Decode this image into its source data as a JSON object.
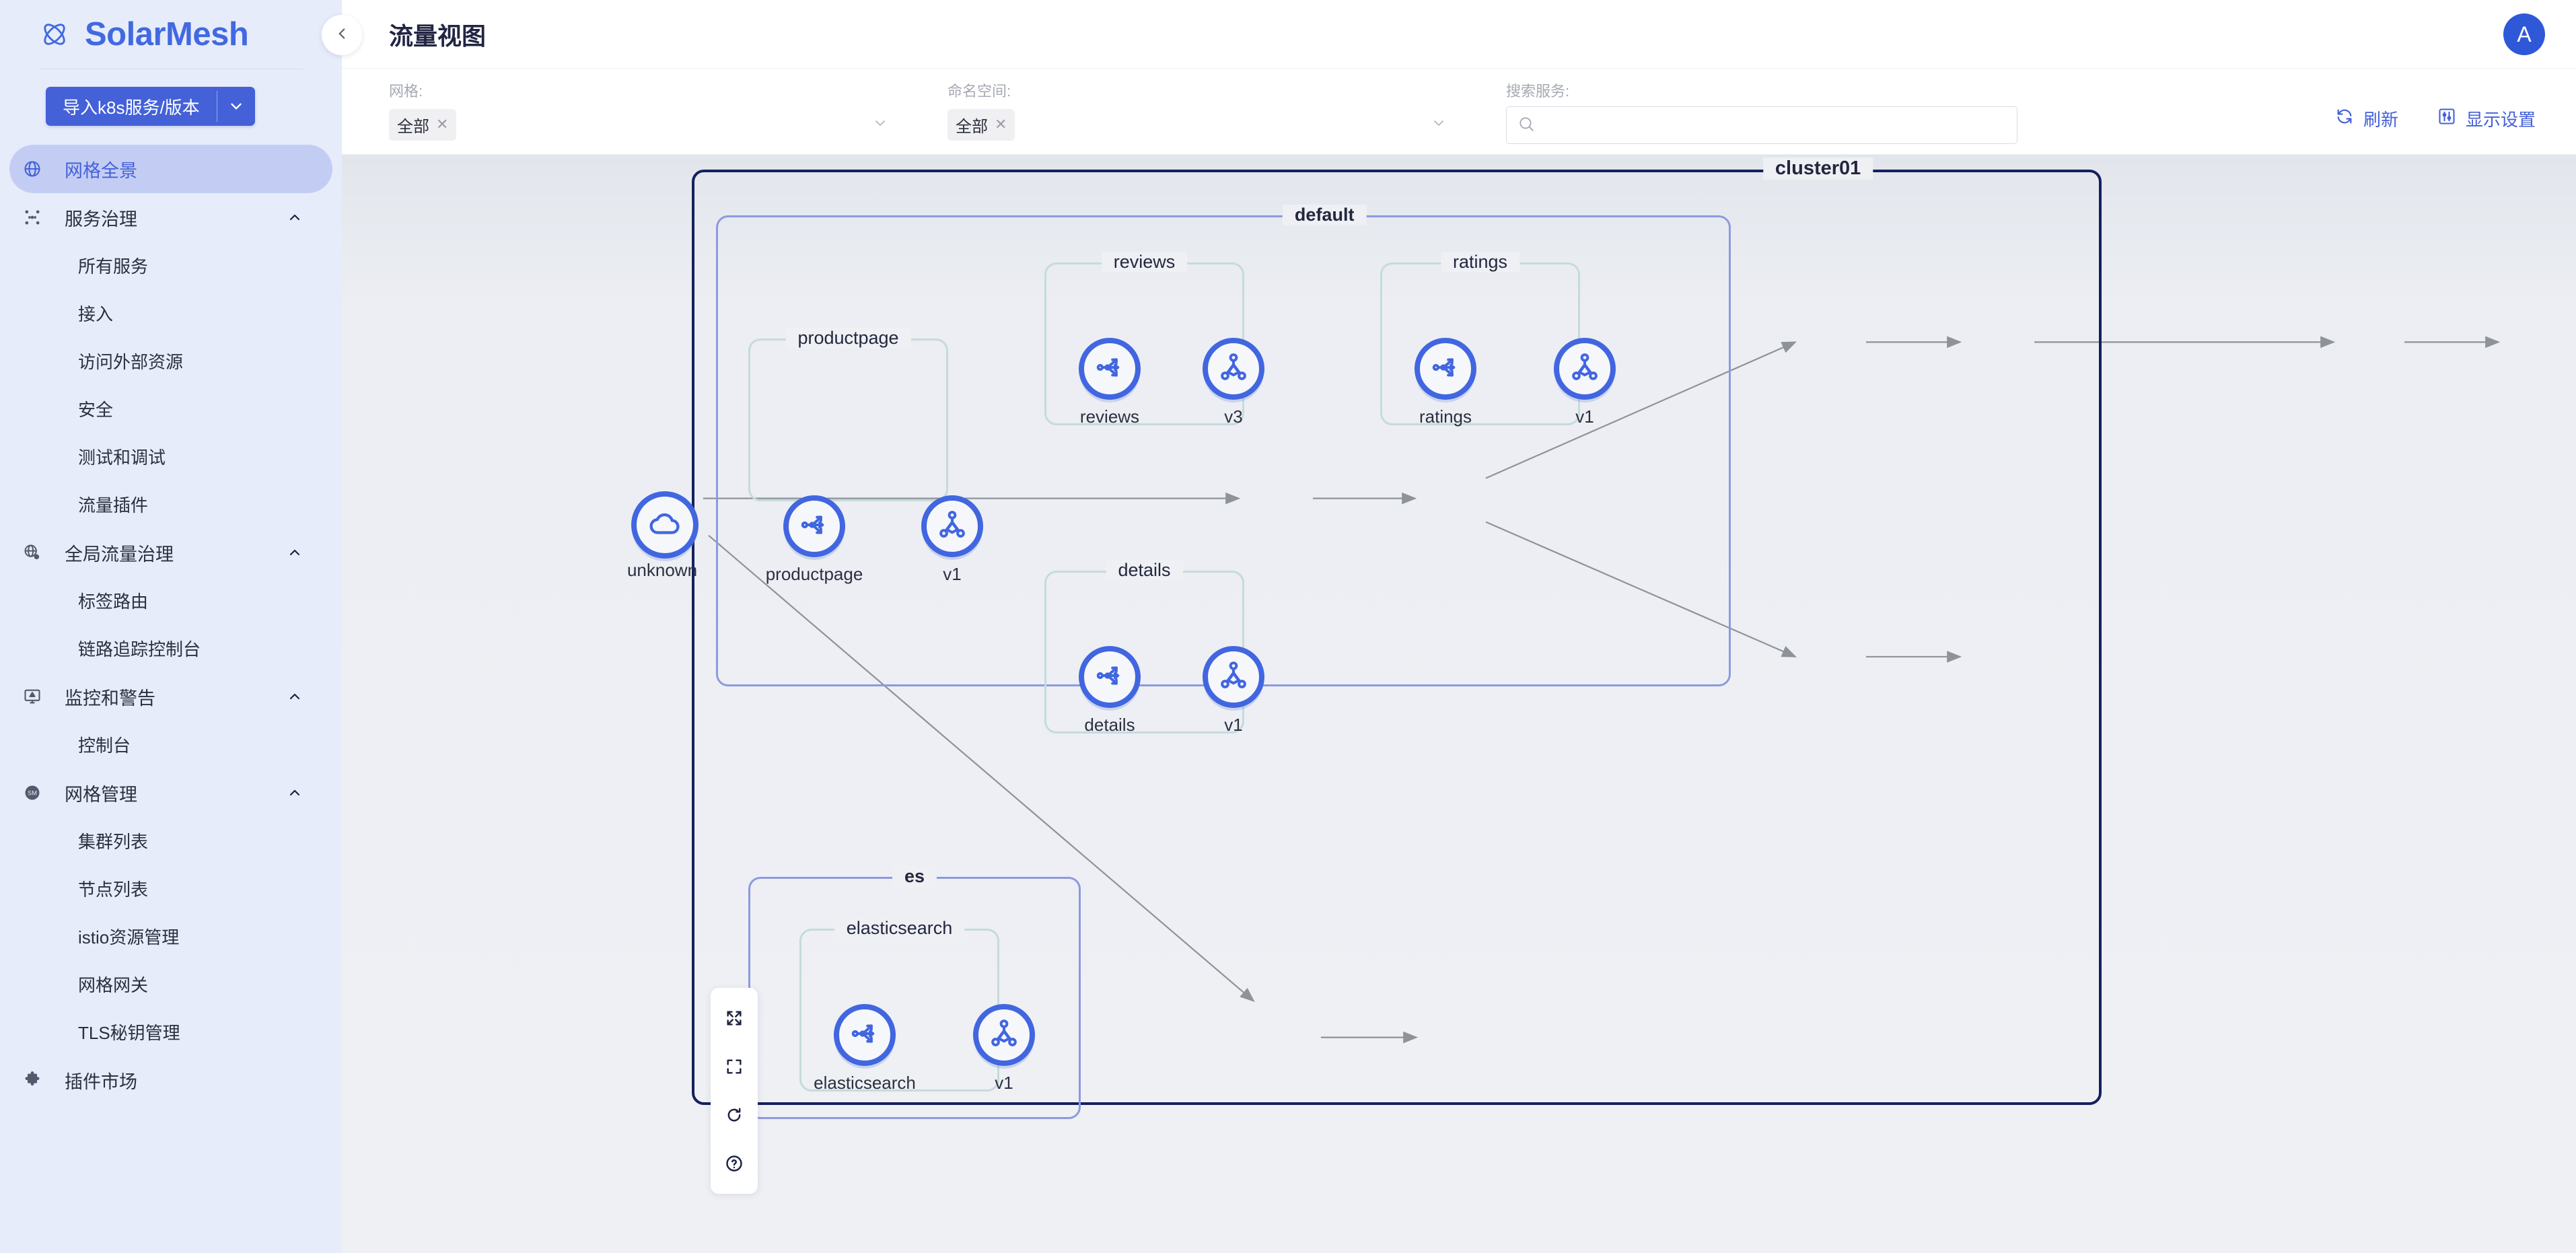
{
  "brand": {
    "name": "SolarMesh",
    "logo_icon": "atom-logo-icon"
  },
  "sidebar": {
    "import_button": {
      "label": "导入k8s服务/版本",
      "caret_icon": "chevron-down-icon"
    },
    "items": [
      {
        "label": "网格全景",
        "icon": "globe-icon",
        "level": "top",
        "active": true,
        "expandable": false
      },
      {
        "label": "服务治理",
        "icon": "mesh-dots-icon",
        "level": "top",
        "active": false,
        "expandable": true
      },
      {
        "label": "所有服务",
        "icon": "",
        "level": "sub",
        "active": false,
        "expandable": false
      },
      {
        "label": "接入",
        "icon": "",
        "level": "sub",
        "active": false,
        "expandable": false
      },
      {
        "label": "访问外部资源",
        "icon": "",
        "level": "sub",
        "active": false,
        "expandable": false
      },
      {
        "label": "安全",
        "icon": "",
        "level": "sub",
        "active": false,
        "expandable": false
      },
      {
        "label": "测试和调试",
        "icon": "",
        "level": "sub",
        "active": false,
        "expandable": false
      },
      {
        "label": "流量插件",
        "icon": "",
        "level": "sub",
        "active": false,
        "expandable": false
      },
      {
        "label": "全局流量治理",
        "icon": "globe-gear-icon",
        "level": "top",
        "active": false,
        "expandable": true
      },
      {
        "label": "标签路由",
        "icon": "",
        "level": "sub",
        "active": false,
        "expandable": false
      },
      {
        "label": "链路追踪控制台",
        "icon": "",
        "level": "sub",
        "active": false,
        "expandable": false
      },
      {
        "label": "监控和警告",
        "icon": "monitor-alert-icon",
        "level": "top",
        "active": false,
        "expandable": true
      },
      {
        "label": "控制台",
        "icon": "",
        "level": "sub",
        "active": false,
        "expandable": false
      },
      {
        "label": "网格管理",
        "icon": "sm-badge-icon",
        "level": "top",
        "active": false,
        "expandable": true
      },
      {
        "label": "集群列表",
        "icon": "",
        "level": "sub",
        "active": false,
        "expandable": false
      },
      {
        "label": "节点列表",
        "icon": "",
        "level": "sub",
        "active": false,
        "expandable": false
      },
      {
        "label": "istio资源管理",
        "icon": "",
        "level": "sub",
        "active": false,
        "expandable": false
      },
      {
        "label": "网格网关",
        "icon": "",
        "level": "sub",
        "active": false,
        "expandable": false
      },
      {
        "label": "TLS秘钥管理",
        "icon": "",
        "level": "sub",
        "active": false,
        "expandable": false
      },
      {
        "label": "插件市场",
        "icon": "puzzle-icon",
        "level": "top",
        "active": false,
        "expandable": false
      }
    ]
  },
  "header": {
    "title": "流量视图",
    "collapse_icon": "chevron-left-icon",
    "avatar_initial": "A"
  },
  "filters": {
    "mesh": {
      "label": "网格:",
      "value": "全部",
      "clear_icon": "close-x-icon",
      "caret_icon": "chevron-down-icon"
    },
    "namespace": {
      "label": "命名空间:",
      "value": "全部",
      "clear_icon": "close-x-icon",
      "caret_icon": "chevron-down-icon"
    },
    "search": {
      "label": "搜索服务:",
      "value": "",
      "placeholder": "",
      "icon": "search-icon"
    }
  },
  "top_actions": [
    {
      "label": "刷新",
      "icon": "refresh-icon"
    },
    {
      "label": "显示设置",
      "icon": "sliders-icon"
    }
  ],
  "canvas_controls": [
    {
      "name": "expand-arrows-icon",
      "title": ""
    },
    {
      "name": "fit-screen-icon",
      "title": ""
    },
    {
      "name": "reload-icon",
      "title": ""
    },
    {
      "name": "help-icon",
      "title": ""
    }
  ],
  "graph": {
    "cluster_label": "cluster01",
    "namespaces": [
      {
        "id": "default",
        "label": "default"
      },
      {
        "id": "es",
        "label": "es"
      }
    ],
    "service_groups": [
      {
        "id": "productpage",
        "label": "productpage",
        "namespace": "default"
      },
      {
        "id": "reviews",
        "label": "reviews",
        "namespace": "default"
      },
      {
        "id": "ratings",
        "label": "ratings",
        "namespace": "default"
      },
      {
        "id": "details",
        "label": "details",
        "namespace": "default"
      },
      {
        "id": "elasticsearch",
        "label": "elasticsearch",
        "namespace": "es"
      }
    ],
    "nodes": [
      {
        "id": "unknown",
        "label": "unknown",
        "icon": "cloud-icon",
        "type": "unknown"
      },
      {
        "id": "productpage-svc",
        "label": "productpage",
        "icon": "service-node-icon",
        "type": "service"
      },
      {
        "id": "productpage-v1",
        "label": "v1",
        "icon": "version-node-icon",
        "type": "version"
      },
      {
        "id": "reviews-svc",
        "label": "reviews",
        "icon": "service-node-icon",
        "type": "service"
      },
      {
        "id": "reviews-v3",
        "label": "v3",
        "icon": "version-node-icon",
        "type": "version"
      },
      {
        "id": "ratings-svc",
        "label": "ratings",
        "icon": "service-node-icon",
        "type": "service"
      },
      {
        "id": "ratings-v1",
        "label": "v1",
        "icon": "version-node-icon",
        "type": "version"
      },
      {
        "id": "details-svc",
        "label": "details",
        "icon": "service-node-icon",
        "type": "service"
      },
      {
        "id": "details-v1",
        "label": "v1",
        "icon": "version-node-icon",
        "type": "version"
      },
      {
        "id": "elasticsearch-svc",
        "label": "elasticsearch",
        "icon": "service-node-icon",
        "type": "service"
      },
      {
        "id": "elasticsearch-v1",
        "label": "v1",
        "icon": "version-node-icon",
        "type": "version"
      }
    ],
    "edges": [
      {
        "from": "unknown",
        "to": "productpage-svc"
      },
      {
        "from": "unknown",
        "to": "elasticsearch-svc"
      },
      {
        "from": "productpage-svc",
        "to": "productpage-v1"
      },
      {
        "from": "productpage-v1",
        "to": "reviews-svc"
      },
      {
        "from": "productpage-v1",
        "to": "details-svc"
      },
      {
        "from": "reviews-svc",
        "to": "reviews-v3"
      },
      {
        "from": "reviews-v3",
        "to": "ratings-svc"
      },
      {
        "from": "ratings-svc",
        "to": "ratings-v1"
      },
      {
        "from": "details-svc",
        "to": "details-v1"
      },
      {
        "from": "elasticsearch-svc",
        "to": "elasticsearch-v1"
      }
    ]
  },
  "colors": {
    "brand": "#4169e1",
    "accent": "#4461d8",
    "sidebar_bg": "#e7ecfa",
    "node_ring": "#4166e0",
    "cluster_border": "#15205e",
    "namespace_border": "#8c9ae0",
    "service_border": "#c5dbdb"
  }
}
